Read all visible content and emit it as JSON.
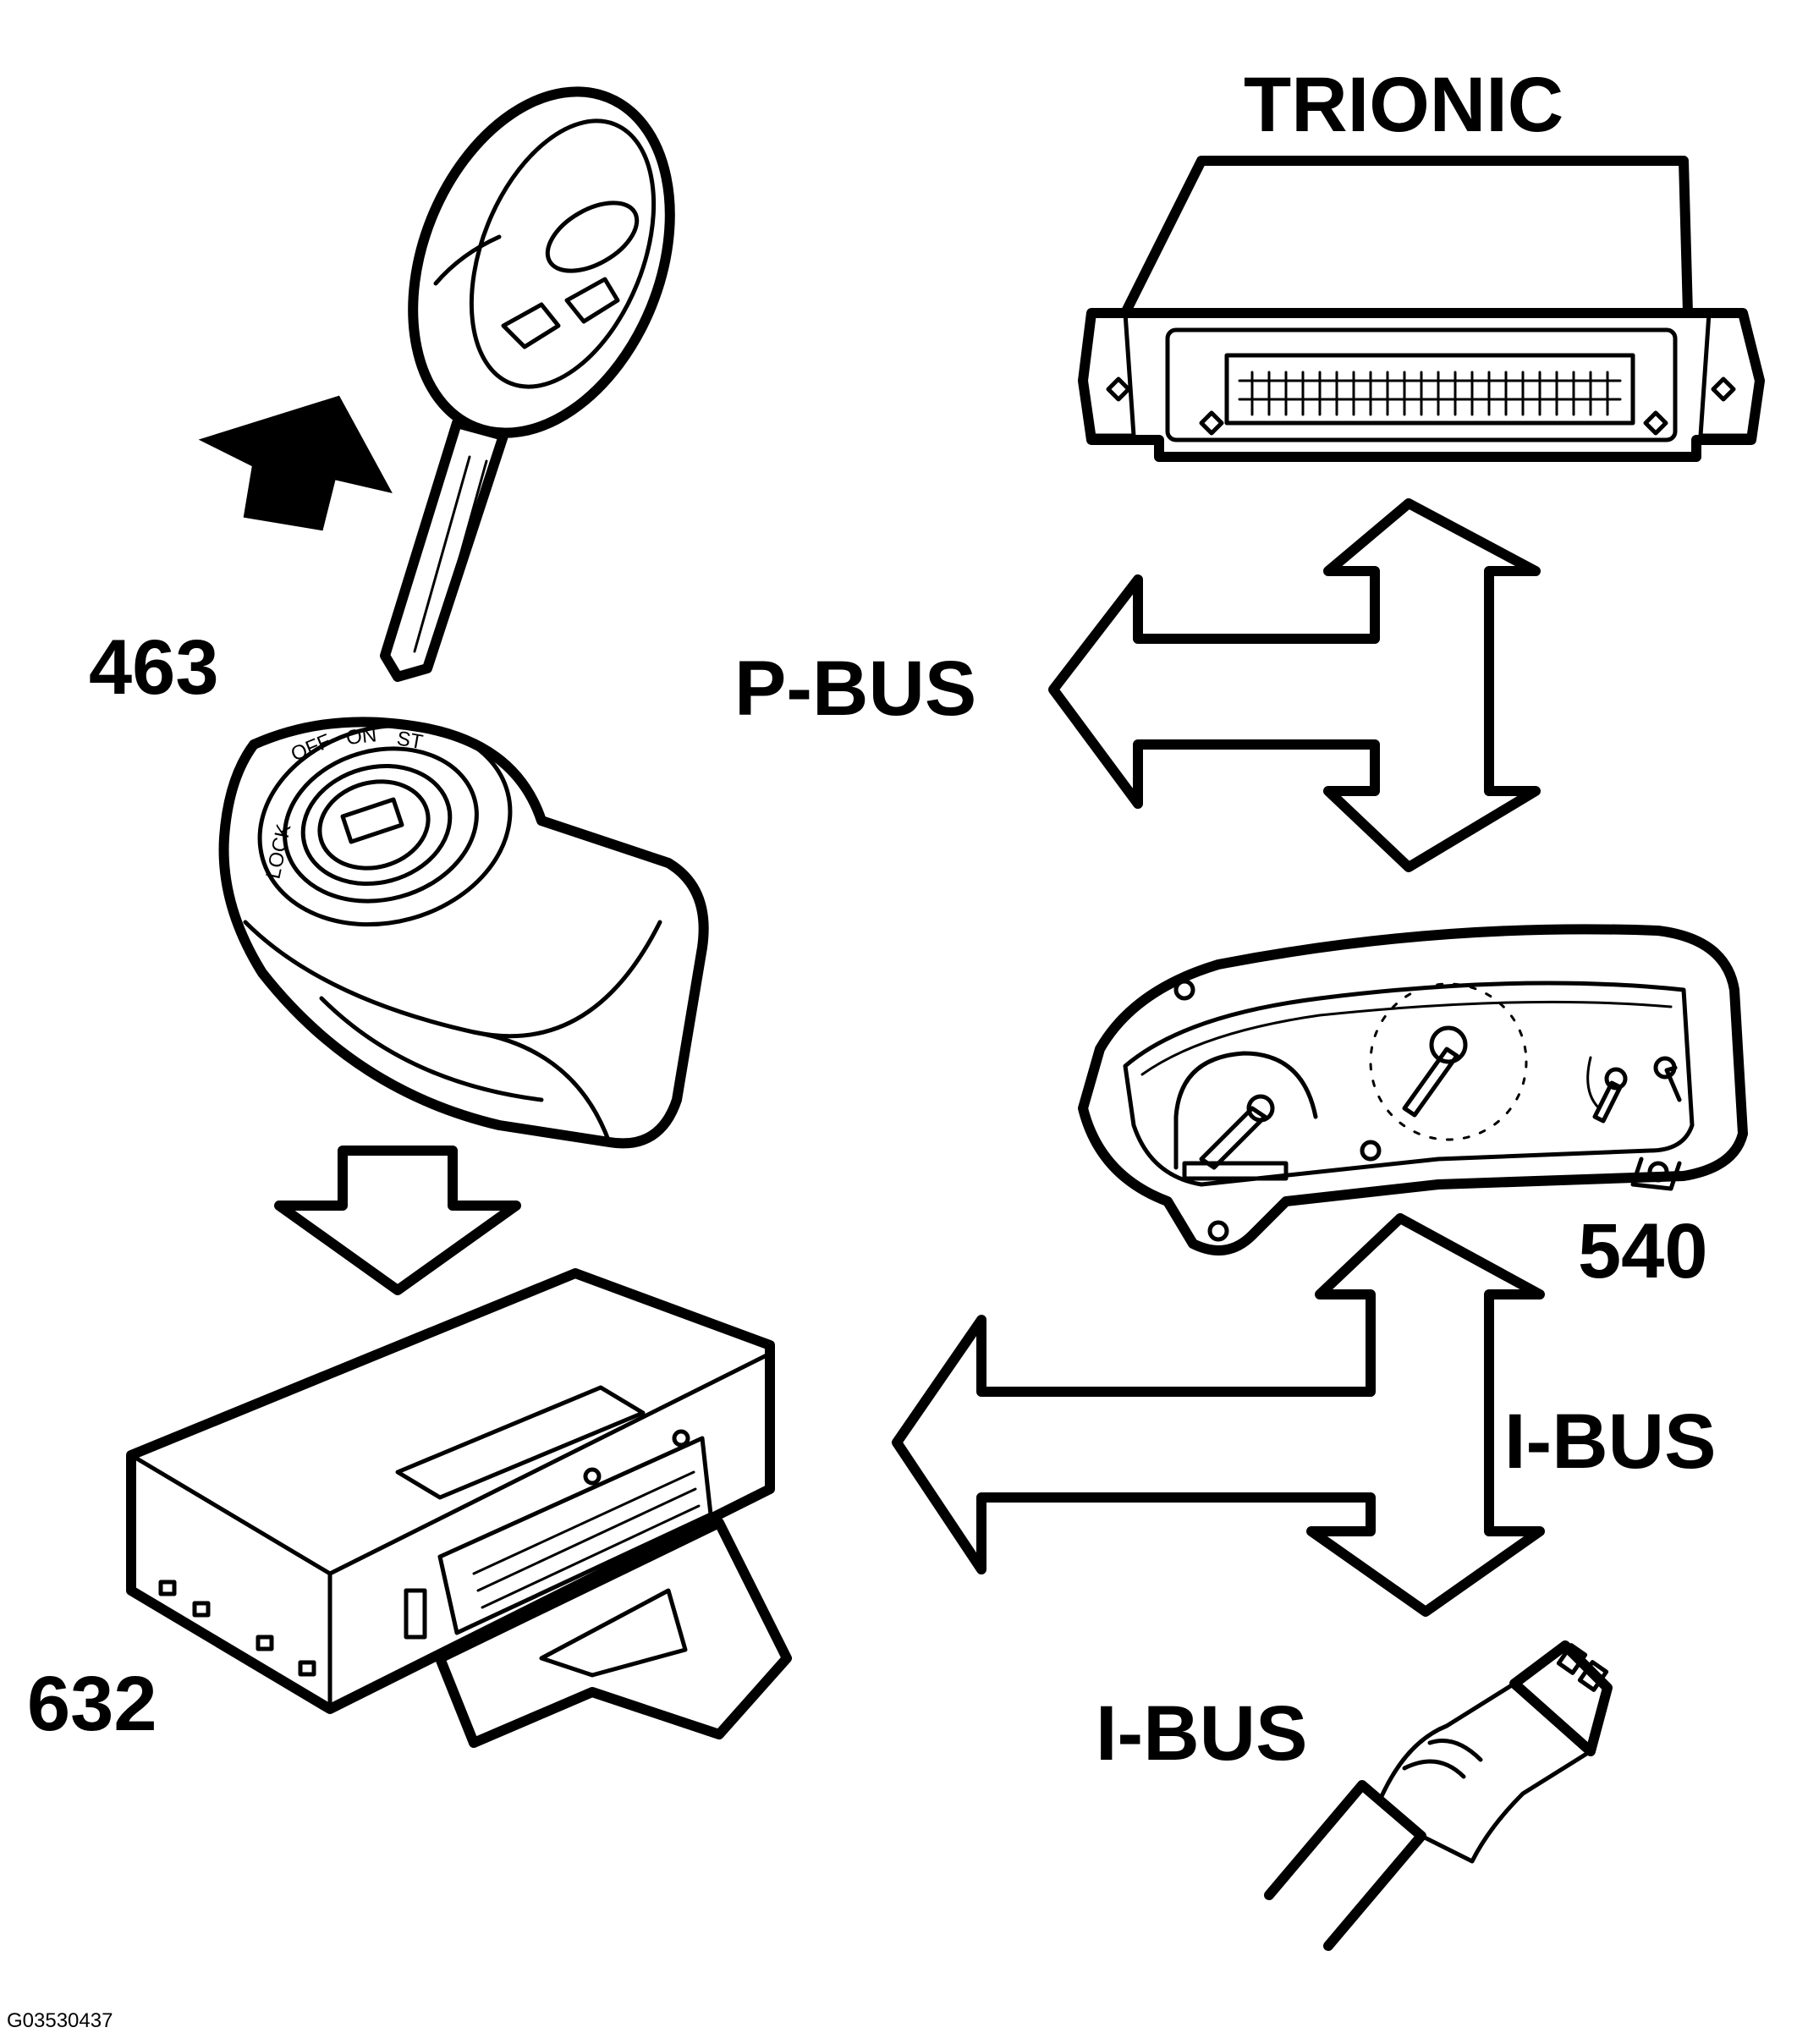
{
  "labels": {
    "trionic": "TRIONIC",
    "p_bus": "P-BUS",
    "i_bus_right": "I-BUS",
    "i_bus_bottom": "I-BUS",
    "part_463": "463",
    "part_540": "540",
    "part_632": "632",
    "figure_code": "G03530437"
  },
  "switch_markings": {
    "lock": "LOCK",
    "off": "OFF",
    "on": "ON",
    "st": "ST"
  },
  "colors": {
    "line": "#000000",
    "background": "#ffffff"
  }
}
